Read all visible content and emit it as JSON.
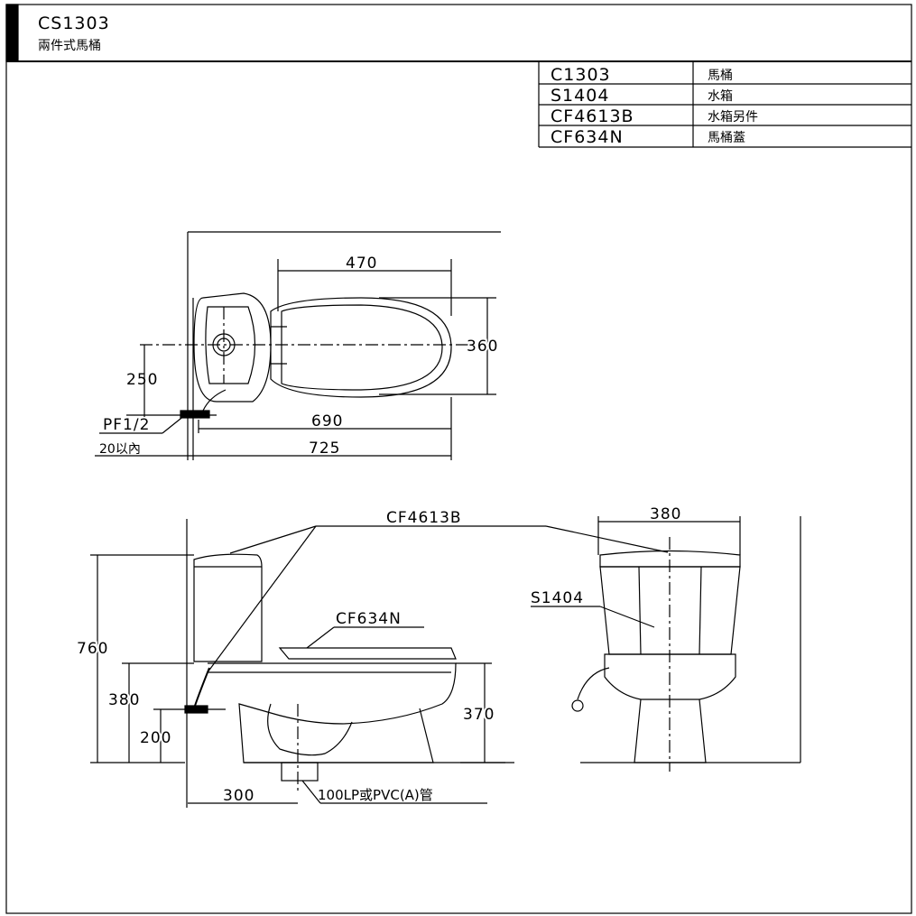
{
  "header": {
    "model": "CS1303",
    "subtitle": "兩件式馬桶"
  },
  "parts_table": [
    {
      "code": "C1303",
      "name": "馬桶"
    },
    {
      "code": "S1404",
      "name": "水箱"
    },
    {
      "code": "CF4613B",
      "name": "水箱另件"
    },
    {
      "code": "CF634N",
      "name": "馬桶蓋"
    }
  ],
  "top_view": {
    "dim_470": "470",
    "dim_360": "360",
    "dim_250": "250",
    "dim_690": "690",
    "dim_725": "725",
    "label_pf": "PF1/2",
    "label_20": "20以內"
  },
  "side_view": {
    "label_cf4613b": "CF4613B",
    "label_cf634n": "CF634N",
    "dim_760": "760",
    "dim_380": "380",
    "dim_200": "200",
    "dim_370": "370",
    "dim_300": "300",
    "label_pipe": "100LP或PVC(A)管"
  },
  "front_view": {
    "dim_380": "380",
    "label_s1404": "S1404"
  }
}
